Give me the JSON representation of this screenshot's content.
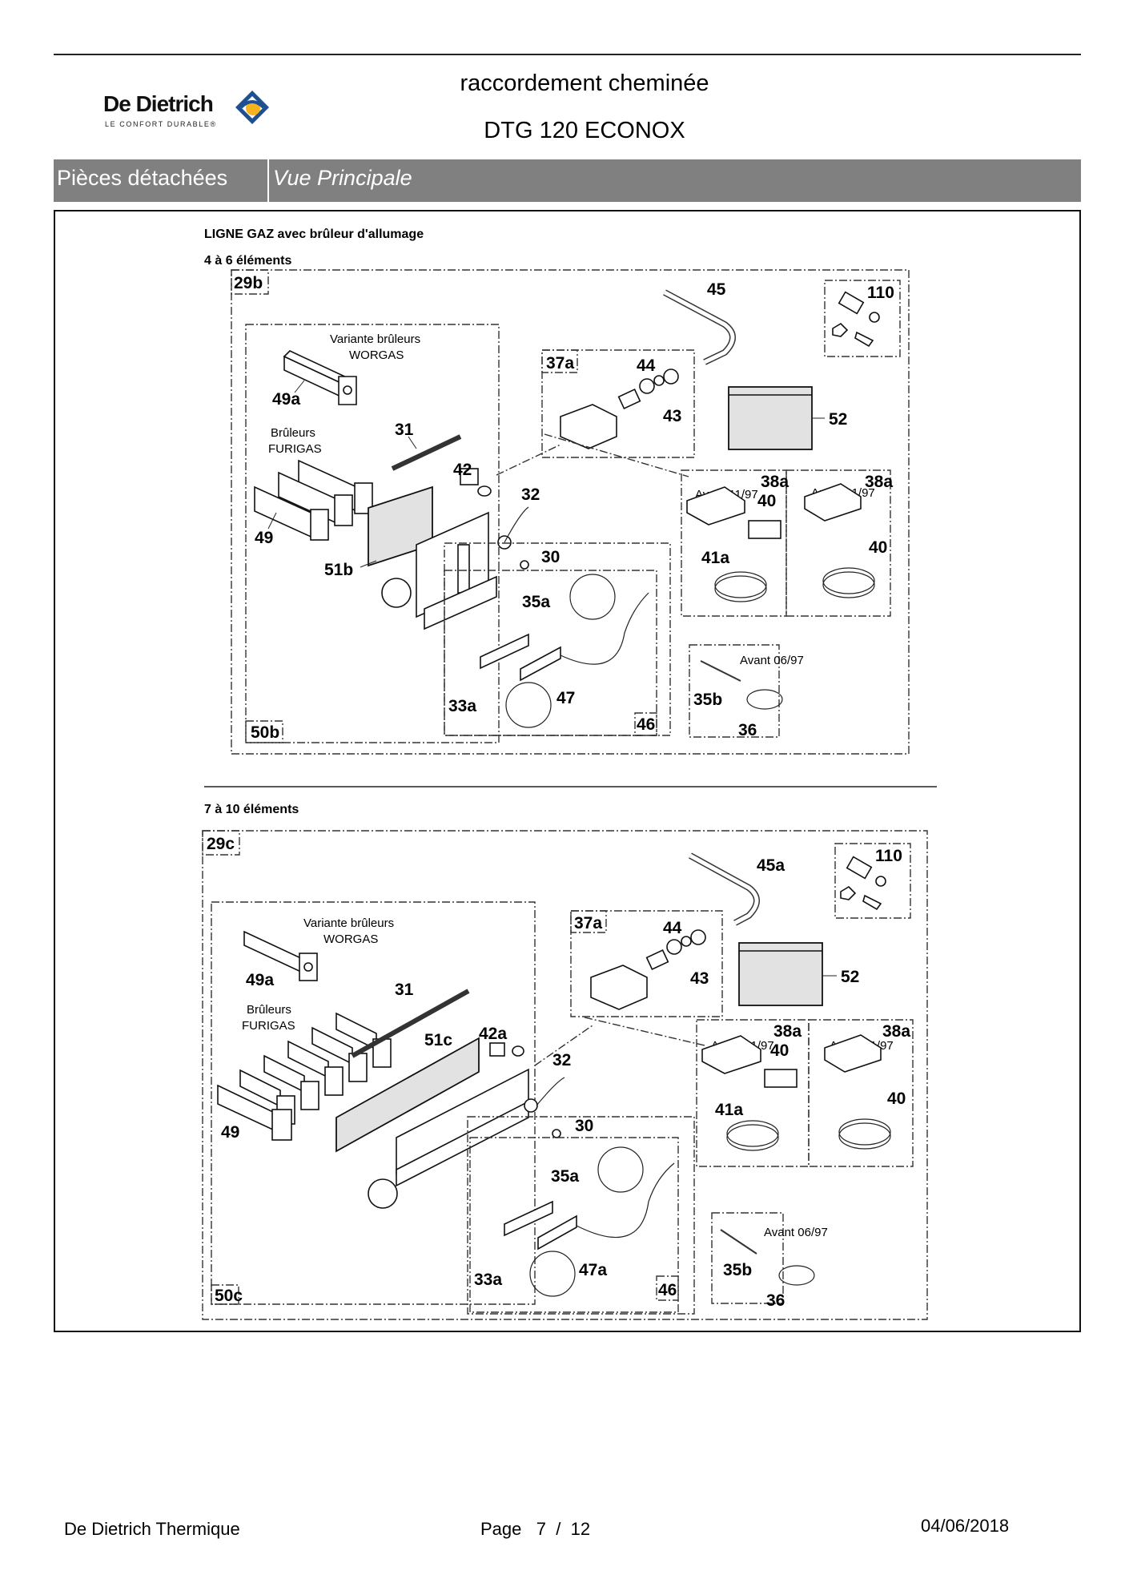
{
  "header": {
    "brand": "De Dietrich",
    "tagline": "LE CONFORT DURABLE®",
    "title": "raccordement cheminée",
    "model": "DTG 120 ECONOX",
    "brand_colors": {
      "blue": "#1d4f91",
      "yellow": "#f5b41e"
    }
  },
  "tabs": {
    "section": "Pièces détachées",
    "view": "Vue Principale"
  },
  "diagram": {
    "heading": "LIGNE GAZ avec brûleur d'allumage",
    "groups": [
      {
        "subtitle": "4 à 6 éléments",
        "assembly": "29b",
        "burner_box": "50b",
        "worgas_label": [
          "Variante brûleurs",
          "WORGAS"
        ],
        "furigas_label": [
          "Brûleurs",
          "FURIGAS"
        ],
        "callouts": {
          "p49a": "49a",
          "p31": "31",
          "p49": "49",
          "p42": "42",
          "p51": "51b",
          "p32": "32",
          "p30": "30",
          "p35a": "35a",
          "p33a": "33a",
          "p47": "47",
          "p46": "46",
          "p45": "45",
          "p110": "110",
          "p37a": "37a",
          "p44": "44",
          "p43": "43",
          "p52": "52",
          "p38a_1": "38a",
          "p38a_2": "38a",
          "p40_1": "40",
          "p40_2": "40",
          "p41a": "41a",
          "p35b": "35b",
          "p36": "36"
        },
        "notes": {
          "before_1197": "Avant 11/97",
          "after_1197": "Après 11/97",
          "before_0697": "Avant 06/97"
        }
      },
      {
        "subtitle": "7 à 10 éléments",
        "assembly": "29c",
        "burner_box": "50c",
        "worgas_label": [
          "Variante brûleurs",
          "WORGAS"
        ],
        "furigas_label": [
          "Brûleurs",
          "FURIGAS"
        ],
        "callouts": {
          "p49a": "49a",
          "p31": "31",
          "p49": "49",
          "p42": "42a",
          "p51": "51c",
          "p32": "32",
          "p30": "30",
          "p35a": "35a",
          "p33a": "33a",
          "p47": "47a",
          "p46": "46",
          "p45": "45a",
          "p110": "110",
          "p37a": "37a",
          "p44": "44",
          "p43": "43",
          "p52": "52",
          "p38a_1": "38a",
          "p38a_2": "38a",
          "p40_1": "40",
          "p40_2": "40",
          "p41a": "41a",
          "p35b": "35b",
          "p36": "36"
        },
        "notes": {
          "before_1197": "Avant 11/97",
          "after_1197": "Après 11/97",
          "before_0697": "Avant 06/97"
        }
      }
    ]
  },
  "footer": {
    "company": "De Dietrich Thermique",
    "page_label": "Page",
    "page_current": "7",
    "page_separator": "/",
    "page_total": "12",
    "date": "04/06/2018"
  }
}
